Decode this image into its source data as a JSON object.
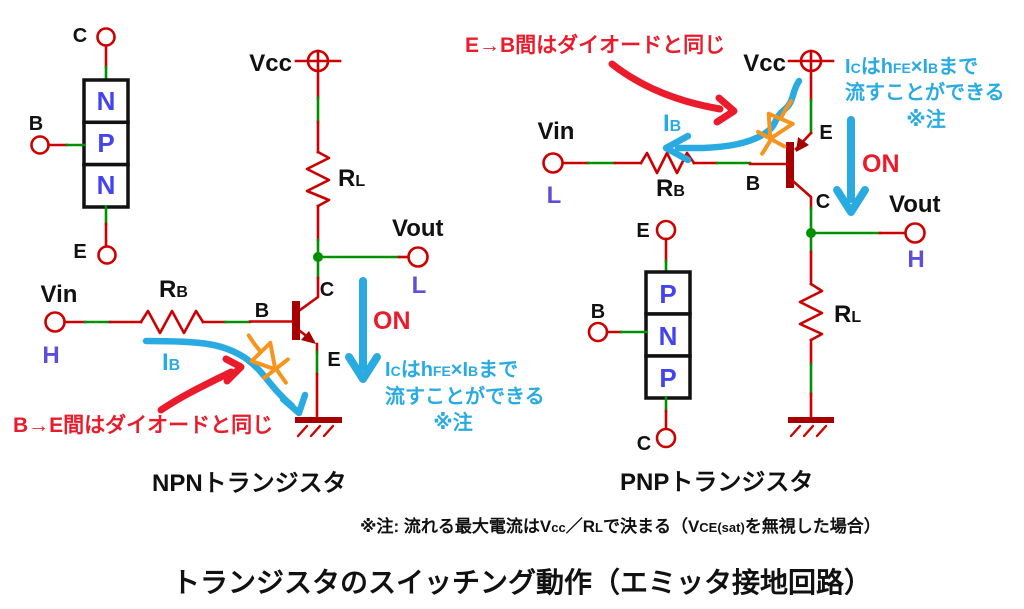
{
  "colors": {
    "wire": "#cc0000",
    "segment": "#009100",
    "device": "#a80000",
    "layer-letter": "#4444ee",
    "level-letter": "#5d4fd8",
    "current-blue": "#29abe2",
    "annotation-red": "#ea1c2c",
    "sketch-orange": "#f7941d",
    "ink": "#111111"
  },
  "title": "トランジスタのスイッチング動作（エミッタ接地回路）",
  "footnote": {
    "p1": "※注: 流れる最大電流はV",
    "s1": "cc",
    "p2": "／R",
    "s2": "L",
    "p3": "で決まる（V",
    "s3": "CE(sat)",
    "p4": "を無視した場合）"
  },
  "shared": {
    "on": "ON",
    "ib_main": "I",
    "ib_sub": "B",
    "ic_note": {
      "p1": "I",
      "s1": "C",
      "p2": "は",
      "p3": "h",
      "s2": "FE",
      "p4": "×",
      "p5": "I",
      "s3": "B",
      "p6": "まで",
      "line2": "流すことができる",
      "ref": "※注"
    }
  },
  "npn": {
    "caption": "NPNトランジスタ",
    "diode_note": "B→E間はダイオードと同じ",
    "structure": {
      "top": "C",
      "left": "B",
      "bottom": "E",
      "layers": [
        "N",
        "P",
        "N"
      ]
    },
    "vcc": "Vcc",
    "vin": "Vin",
    "vout": "Vout",
    "vin_level": "H",
    "vout_level": "L",
    "rl_main": "R",
    "rl_sub": "L",
    "rb_main": "R",
    "rb_sub": "B",
    "b": "B",
    "c": "C",
    "e": "E"
  },
  "pnp": {
    "caption": "PNPトランジスタ",
    "diode_note": "E→B間はダイオードと同じ",
    "structure": {
      "top": "E",
      "left": "B",
      "bottom": "C",
      "layers": [
        "P",
        "N",
        "P"
      ]
    },
    "vcc": "Vcc",
    "vin": "Vin",
    "vout": "Vout",
    "vin_level": "L",
    "vout_level": "H",
    "rl_main": "R",
    "rl_sub": "L",
    "rb_main": "R",
    "rb_sub": "B",
    "b": "B",
    "c": "C",
    "e": "E"
  }
}
